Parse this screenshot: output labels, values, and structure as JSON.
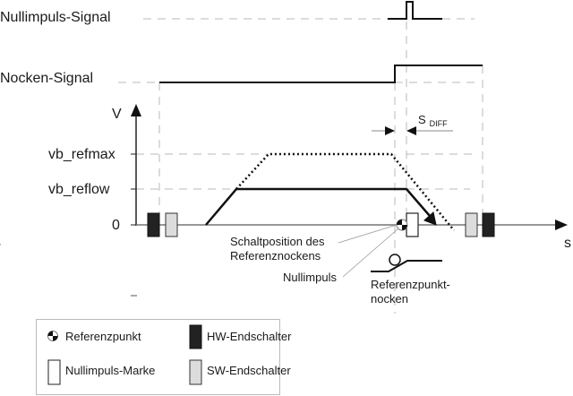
{
  "signals": {
    "nullimpuls_label": "Nullimpuls-Signal",
    "nocken_label": "Nocken-Signal"
  },
  "axes": {
    "v_label": "V",
    "s_label": "s",
    "ticks": [
      "vb_refmax",
      "vb_reflow",
      "0"
    ]
  },
  "s_diff": {
    "s": "S",
    "sub": "DIFF"
  },
  "annotations": {
    "schaltposition_line1": "Schaltposition des",
    "schaltposition_line2": "Referenznockens",
    "nullimpuls": "Nullimpuls",
    "referenzpunkt_nocken_line1": "Referenzpunkt-",
    "referenzpunkt_nocken_line2": "nocken"
  },
  "legend": {
    "items": [
      {
        "label": "Referenzpunkt",
        "icon": "reference-point-icon"
      },
      {
        "label": "HW-Endschalter",
        "icon": "hw-limit-switch-icon"
      },
      {
        "label": "Nullimpuls-Marke",
        "icon": "zero-pulse-mark-icon"
      },
      {
        "label": "SW-Endschalter",
        "icon": "sw-limit-switch-icon"
      }
    ]
  },
  "colors": {
    "line": "#111111",
    "dash": "#b8b8b8",
    "hw": "#222222",
    "sw": "#dcdcdc",
    "axis": "#666666"
  }
}
